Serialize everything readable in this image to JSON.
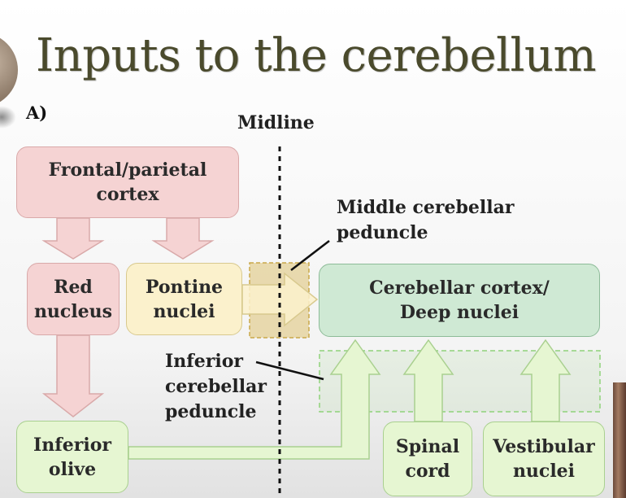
{
  "title": "Inputs to the cerebellum",
  "panel_letter": "A)",
  "midline_label": "Midline",
  "boxes": {
    "frontal_parietal": "Frontal/parietal\ncortex",
    "red_nucleus": "Red\nnucleus",
    "pontine_nuclei": "Pontine\nnuclei",
    "cerebellar_cortex": "Cerebellar cortex/\nDeep nuclei",
    "inferior_olive": "Inferior\nolive",
    "spinal_cord": "Spinal\ncord",
    "vestibular_nuclei": "Vestibular\nnuclei"
  },
  "labels": {
    "middle_peduncle": "Middle cerebellar\npeduncle",
    "inferior_peduncle": "Inferior\ncerebellar\npeduncle"
  },
  "colors": {
    "pink_fill": "#f5d3d3",
    "pink_border": "#d9a9a9",
    "yellow_fill": "#fbf1cc",
    "yellow_border": "#d8c98e",
    "teal_fill": "#cfe9d4",
    "teal_border": "#8dbb98",
    "green_fill": "#e6f6d2",
    "green_border": "#a9d08f",
    "peduncle_fill": "#e0c77e",
    "peduncle_border": "#c9a84a",
    "inferior_region": "#8fd27a"
  }
}
